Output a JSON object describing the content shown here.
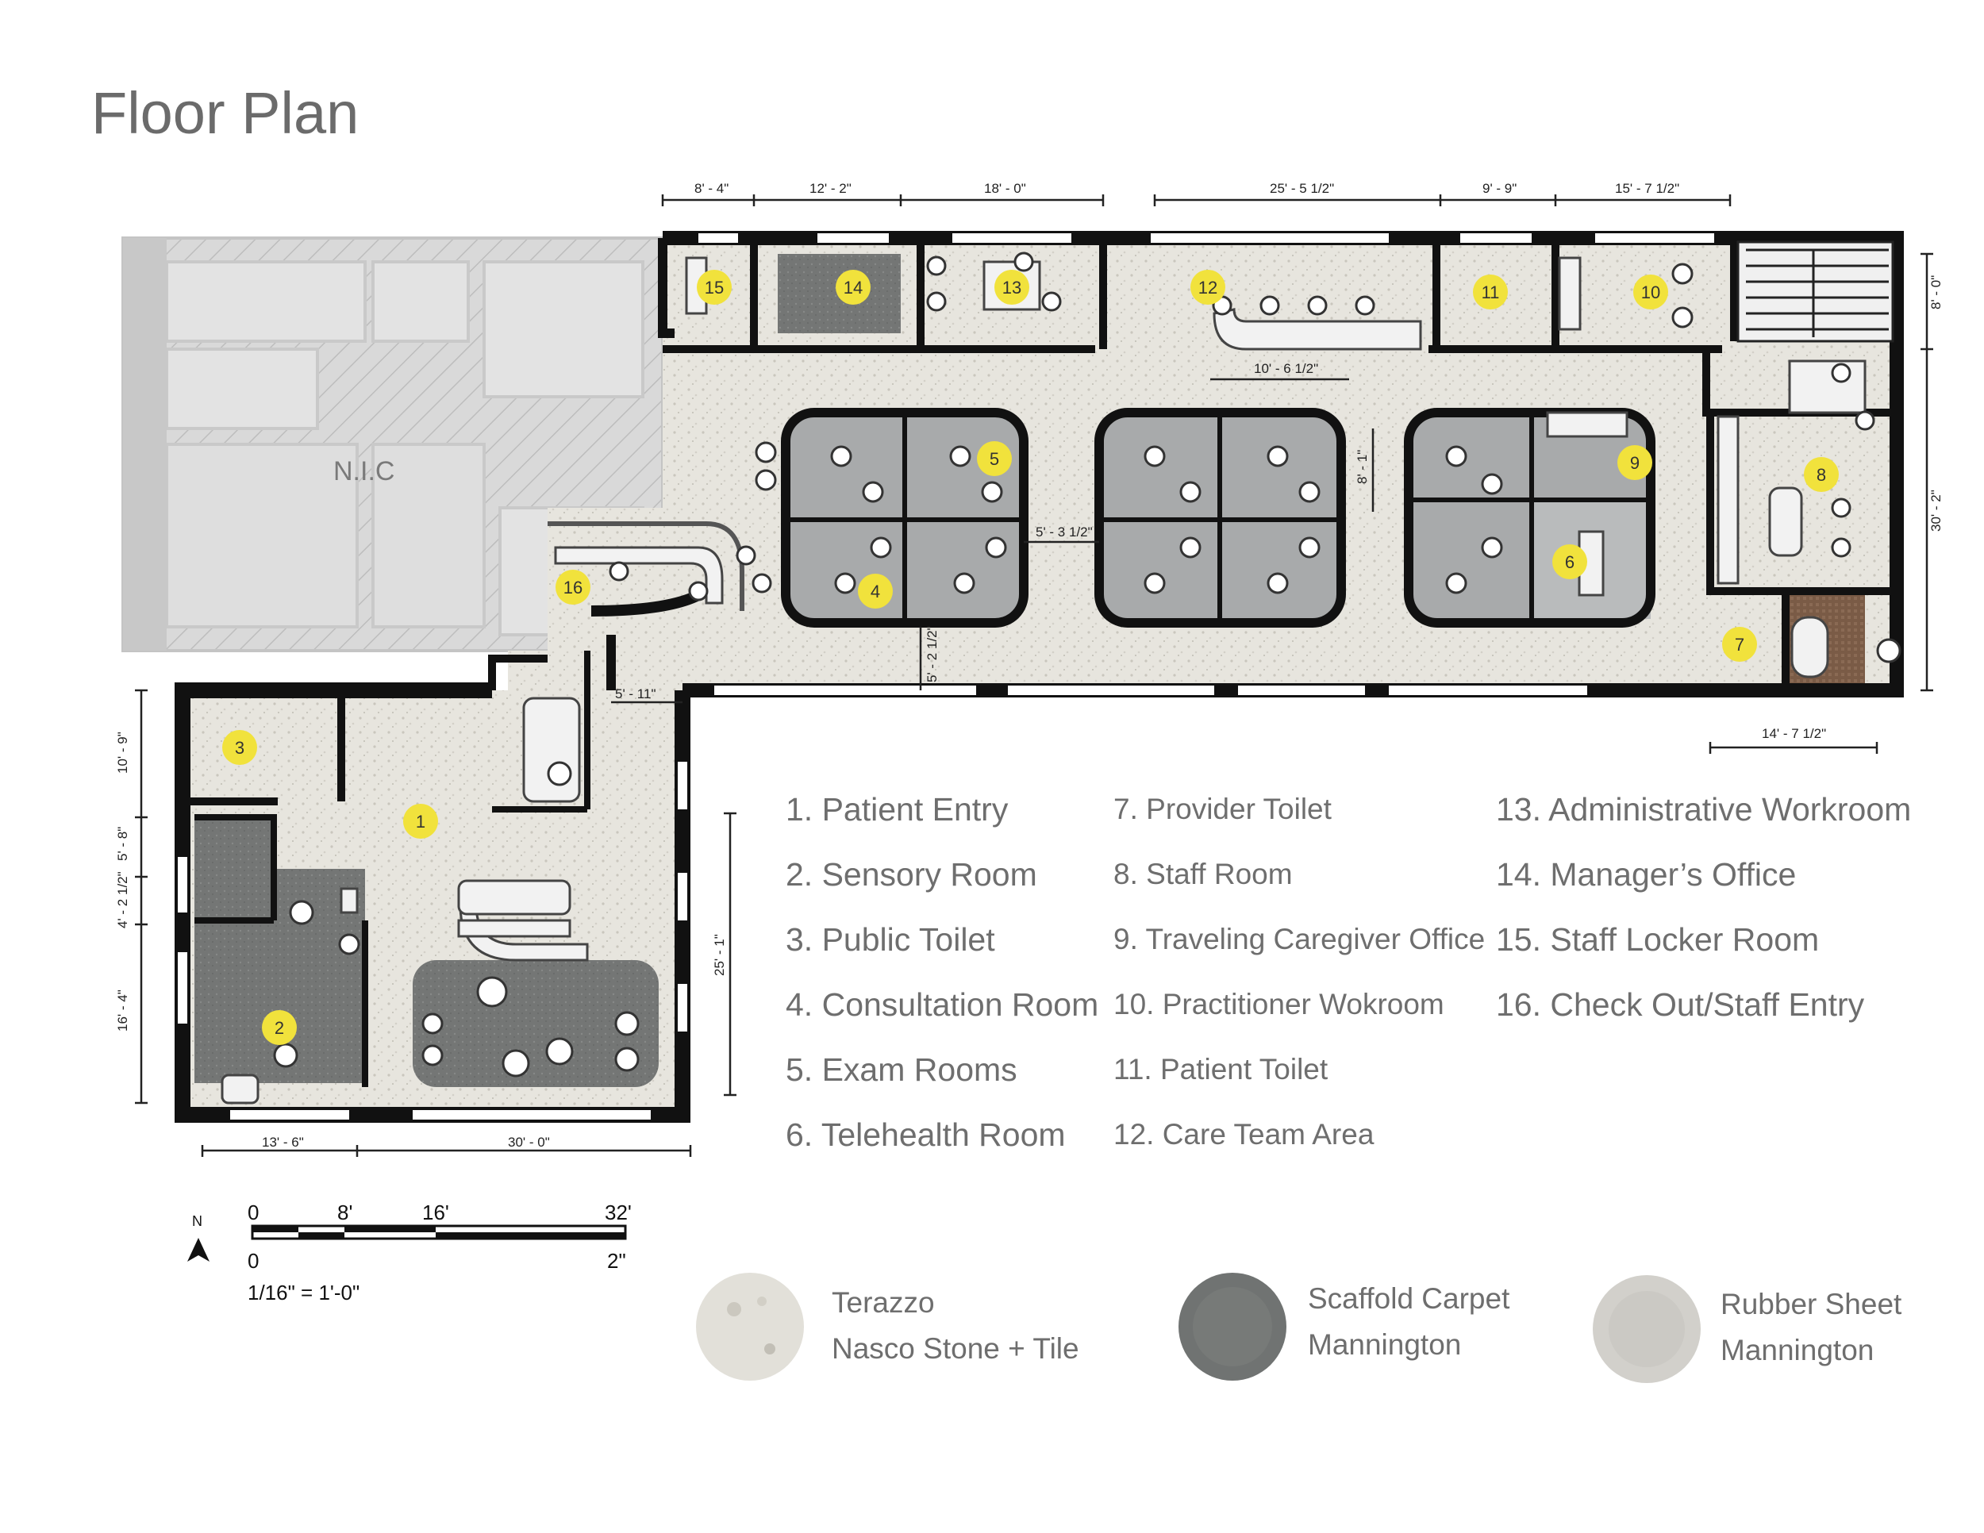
{
  "title": "Floor Plan",
  "nic_label": "N.I.C",
  "room_badges": [
    "1",
    "2",
    "3",
    "4",
    "5",
    "6",
    "7",
    "8",
    "9",
    "10",
    "11",
    "12",
    "13",
    "14",
    "15",
    "16"
  ],
  "dimensions": {
    "top": [
      "8' - 4\"",
      "12' - 2\"",
      "18' - 0\"",
      "25' - 5 1/2\"",
      "9' - 9\"",
      "15' - 7 1/2\""
    ],
    "right": [
      "8' - 0\"",
      "30' - 2\""
    ],
    "right_bottom": "14' - 7 1/2\"",
    "interior": [
      "10' - 6 1/2\"",
      "8' - 1\"",
      "5' - 3 1/2\"",
      "5' - 2 1/2\"",
      "5' - 11\""
    ],
    "left": [
      "10' - 9\"",
      "5' - 8\"",
      "4' - 2 1/2\"",
      "16' - 4\""
    ],
    "bottom": [
      "13' - 6\"",
      "30' - 0\""
    ],
    "vertical_mid": "25' - 1\""
  },
  "legend": {
    "col1": [
      "1. Patient Entry",
      "2. Sensory Room",
      "3. Public Toilet",
      "4. Consultation Room",
      "5. Exam Rooms",
      "6. Telehealth Room"
    ],
    "col2": [
      "7. Provider Toilet",
      "8. Staff Room",
      "9. Traveling Caregiver Office",
      "10. Practitioner Wokroom",
      "11. Patient Toilet",
      "12. Care Team Area"
    ],
    "col3": [
      "13. Administrative Workroom",
      "14. Manager’s Office",
      "15. Staff Locker Room",
      "16. Check Out/Staff Entry"
    ]
  },
  "materials": [
    {
      "name": "Terazzo",
      "maker": "Nasco Stone + Tile",
      "swatch": "#e3e1da"
    },
    {
      "name": "Scaffold Carpet",
      "maker": "Mannington",
      "swatch": "#6f7271"
    },
    {
      "name": "Rubber Sheet",
      "maker": "Mannington",
      "swatch": "#cfcdc8"
    }
  ],
  "scale": {
    "north": "N",
    "ticks_top": [
      "0",
      "8'",
      "16'",
      "32'"
    ],
    "ticks_bottom": [
      "0",
      "2\""
    ],
    "ratio": "1/16\" = 1'-0\""
  },
  "colors": {
    "wall": "#111111",
    "terrazzo": "#e6e4dd",
    "carpet": "#7a7c7c",
    "exam_floor": "#a7a9ab",
    "nic": "#d5d5d5",
    "badge": "#f1e23c"
  }
}
